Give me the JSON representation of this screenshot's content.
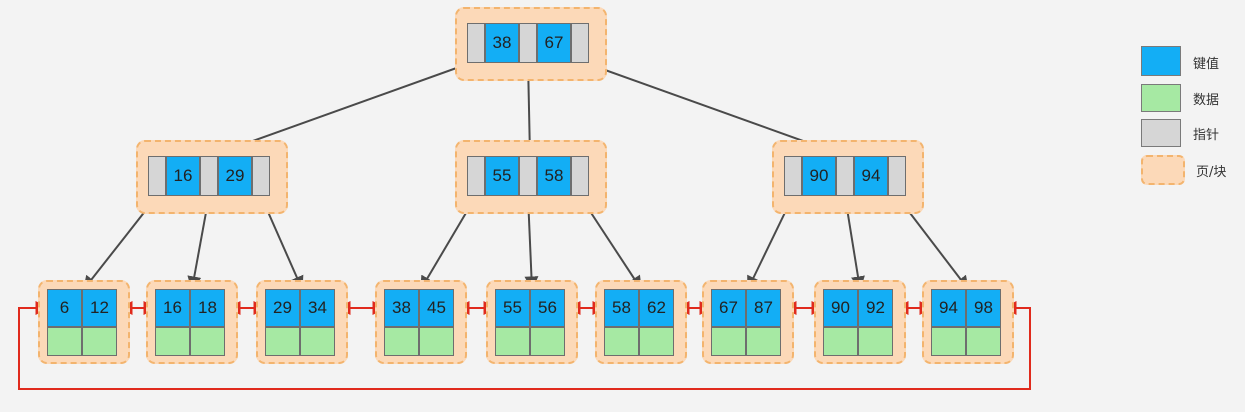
{
  "root": {
    "keys": [
      "38",
      "67"
    ]
  },
  "internal": [
    {
      "keys": [
        "16",
        "29"
      ]
    },
    {
      "keys": [
        "55",
        "58"
      ]
    },
    {
      "keys": [
        "90",
        "94"
      ]
    }
  ],
  "leaves": [
    {
      "keys": [
        "6",
        "12"
      ]
    },
    {
      "keys": [
        "16",
        "18"
      ]
    },
    {
      "keys": [
        "29",
        "34"
      ]
    },
    {
      "keys": [
        "38",
        "45"
      ]
    },
    {
      "keys": [
        "55",
        "56"
      ]
    },
    {
      "keys": [
        "58",
        "62"
      ]
    },
    {
      "keys": [
        "67",
        "87"
      ]
    },
    {
      "keys": [
        "90",
        "92"
      ]
    },
    {
      "keys": [
        "94",
        "98"
      ]
    }
  ],
  "legend": {
    "key_label": "键值",
    "data_label": "数据",
    "pointer_label": "指针",
    "page_label": "页/块"
  },
  "colors": {
    "key": "#13aef5",
    "data": "#a6e9a3",
    "pointer": "#d6d6d6",
    "page_fill": "#fcd9b8",
    "page_border": "#f3b46e",
    "tree_edge": "#4a4a4a",
    "leaf_link": "#e02a1c"
  }
}
